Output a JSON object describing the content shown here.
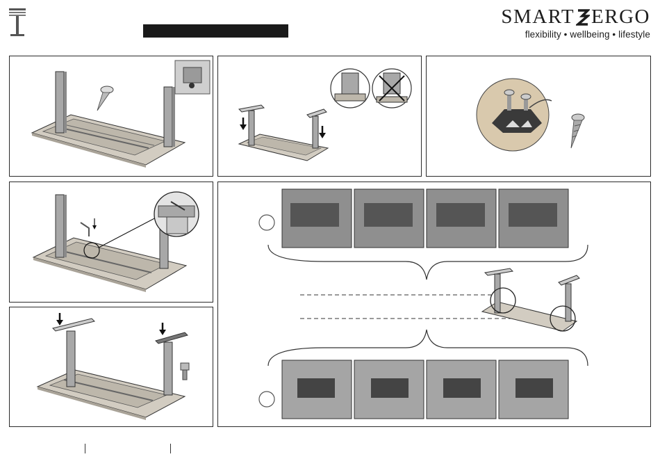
{
  "brand": {
    "name_left": "SMART",
    "name_right": "ERGO",
    "tagline": "flexibility • wellbeing • lifestyle"
  },
  "header": {
    "logo_icon": "standing-desk-icon",
    "title_bar_color": "#1a1a1a"
  },
  "steps": [
    {
      "panel": "leg-screw",
      "icons": [
        "screw-icon",
        "leg-bracket-icon"
      ]
    },
    {
      "panel": "mount-plates",
      "icons": [
        "correct-fit-icon",
        "wrong-fit-icon"
      ]
    },
    {
      "panel": "bracket-wood-screw",
      "icons": [
        "bracket-closeup-icon",
        "wood-screw-icon"
      ]
    },
    {
      "panel": "hex-key-tighten",
      "icons": [
        "hex-key-icon",
        "detail-zoom-icon"
      ]
    },
    {
      "panel": "top-plates-bolt",
      "icons": [
        "plate-icon",
        "bolt-icon"
      ]
    },
    {
      "panel": "motor-connection",
      "icons": [
        "connector-photo-icon",
        "frame-icon"
      ]
    }
  ],
  "colors": {
    "wood": "#c9c3b8",
    "metal": "#9a9a9a",
    "outline": "#2a2a2a"
  }
}
